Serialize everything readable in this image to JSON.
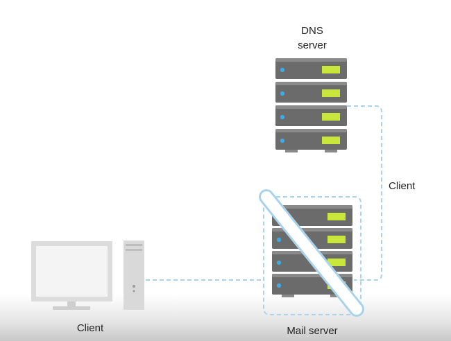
{
  "labels": {
    "dns_server_line1": "DNS",
    "dns_server_line2": "server",
    "client_connection": "Client",
    "client_computer": "Client",
    "mail_server": "Mail server"
  },
  "colors": {
    "server_body": "#6b6b6b",
    "server_unit_top": "#8a8a8a",
    "server_light": "#c8e63c",
    "server_dot": "#3fa9e0",
    "connection_dash": "#a9d3ec",
    "monitor_frame": "#d9d9d9",
    "tower": "#d6d6d6",
    "strike": "#ffffff"
  },
  "dns_server": {
    "units": 4
  },
  "mail_server": {
    "units": 4,
    "status": "crossed-out"
  }
}
